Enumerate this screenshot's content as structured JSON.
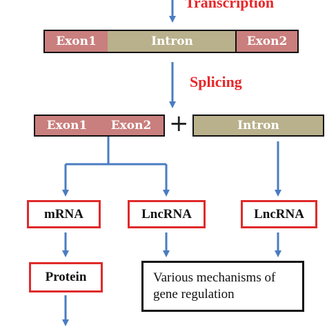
{
  "steps": {
    "transcription": "Transcription",
    "splicing": "Splicing"
  },
  "pre_mrna": {
    "exon1": "Exon1",
    "intron": "Intron",
    "exon2": "Exon2"
  },
  "spliced": {
    "exon1": "Exon1",
    "exon2": "Exon2",
    "plus": "+",
    "intron": "Intron"
  },
  "products": {
    "mrna": "mRNA",
    "lncrna_left": "LncRNA",
    "lncrna_right": "LncRNA",
    "protein": "Protein"
  },
  "regulation": "Various mechanisms of gene regulation",
  "colors": {
    "exon": "#c97f7d",
    "intron": "#b9b08c",
    "arrow": "#4a7cc1",
    "step_text": "#e8272a",
    "box_border_red": "#e02a2a"
  }
}
